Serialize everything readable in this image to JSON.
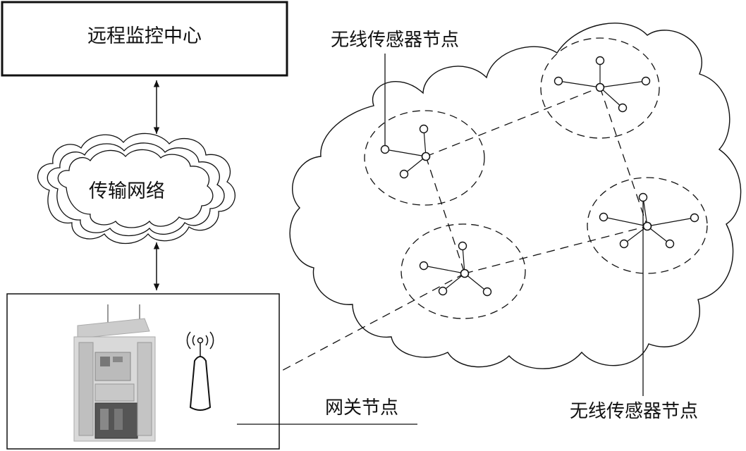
{
  "labels": {
    "monitoring_center": "远程监控中心",
    "transmission_network": "传输网络",
    "sensor_node_top": "无线传感器节点",
    "sensor_node_bottom": "无线传感器节点",
    "gateway_node": "网关节点"
  },
  "colors": {
    "line": "#111111",
    "cabinet_body": "#d9d9d9",
    "cabinet_dark": "#555555",
    "background": "#ffffff"
  }
}
